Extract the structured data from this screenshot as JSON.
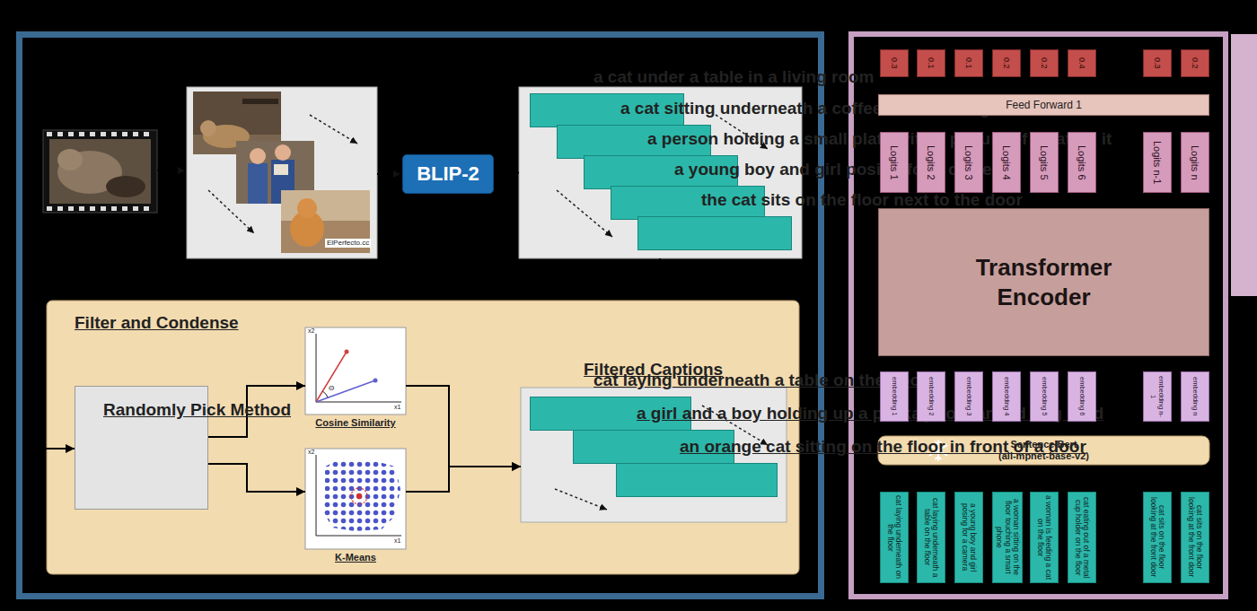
{
  "diagram": {
    "nodes": [
      {
        "text": [
          "BLIP-2"
        ]
      },
      {
        "text": []
      },
      {
        "text": [
          "a cat under a table in a living room"
        ],
        "in": 1
      },
      {
        "text": [
          "a cat sitting underneath a coffee table with lights"
        ],
        "in": 1
      },
      {
        "text": [
          "a person holding a small plate with a picture of a cat on it"
        ],
        "in": 1
      },
      {
        "text": [
          "a young boy and girl posing for a camera"
        ],
        "in": 1
      },
      {
        "text": [
          "the cat sits on the floor next to the door"
        ],
        "in": 1
      },
      {
        "text": [
          "Filter and Condense"
        ]
      },
      {
        "text": [
          "Randomly Pick Method"
        ],
        "in": 7
      },
      {
        "text": [
          "Cosine Similarity"
        ],
        "in": 7
      },
      {
        "text": [
          "K-Means"
        ],
        "in": 7
      },
      {
        "text": [
          "Filtered Captions"
        ],
        "in": 7
      },
      {
        "text": [
          "cat laying underneath a table on the floor"
        ],
        "in": 11
      },
      {
        "text": [
          "a girl and a boy holding up a package of canned dog food"
        ],
        "in": 11
      },
      {
        "text": [
          "an orange cat sitting on the floor in front of a door"
        ],
        "in": 11
      },
      {
        "text": [
          "0.3"
        ]
      },
      {
        "text": [
          "0.1"
        ]
      },
      {
        "text": [
          "0.1"
        ]
      },
      {
        "text": [
          "0.2"
        ]
      },
      {
        "text": [
          "0.2"
        ]
      },
      {
        "text": [
          "0.4"
        ]
      },
      {
        "text": [
          "0.3"
        ]
      },
      {
        "text": [
          "0.2"
        ]
      },
      {
        "text": [
          "Feed Forward 1"
        ]
      },
      {
        "text": [
          "Logits 1"
        ]
      },
      {
        "text": [
          "Logits 2"
        ]
      },
      {
        "text": [
          "Logits 3"
        ]
      },
      {
        "text": [
          "Logits 4"
        ]
      },
      {
        "text": [
          "Logits 5"
        ]
      },
      {
        "text": [
          "Logits 6"
        ]
      },
      {
        "text": [
          "Logits n-1"
        ]
      },
      {
        "text": [
          "Logits n"
        ]
      },
      {
        "text": [
          "Transformer Encoder"
        ]
      },
      {
        "text": [
          "embedding 1"
        ]
      },
      {
        "text": [
          "embedding 2"
        ]
      },
      {
        "text": [
          "embedding 3"
        ]
      },
      {
        "text": [
          "embedding 4"
        ]
      },
      {
        "text": [
          "embedding 5"
        ]
      },
      {
        "text": [
          "embedding 6"
        ]
      },
      {
        "text": [
          "embedding n-1"
        ]
      },
      {
        "text": [
          "embedding n"
        ]
      },
      {
        "text": [
          "Sentence Bert",
          "(all-mpnet-base-v2)"
        ]
      },
      {
        "text": [
          "cat laying underneath on the floor"
        ]
      },
      {
        "text": [
          "cat laying underneath a table on the floor"
        ]
      },
      {
        "text": [
          "a young boy and girl posing for a camera"
        ]
      },
      {
        "text": [
          "a woman sitting on the floor touching a smart phone"
        ]
      },
      {
        "text": [
          "a woman is feeding a cat on the floor"
        ]
      },
      {
        "text": [
          "cat eating out of a metal cup holder on the floor"
        ]
      },
      {
        "text": [
          "cat sits on the floor looking at the front door"
        ]
      },
      {
        "text": [
          "cat sits on the floor looking at the front door"
        ]
      }
    ],
    "edges": [
      {
        "from": 0,
        "to": 1,
        "arrow": "to"
      },
      {
        "from": 1,
        "to": 8,
        "arrow": "to"
      },
      {
        "from": 8,
        "to": 9,
        "arrow": "to"
      },
      {
        "from": 8,
        "to": 10,
        "arrow": "to"
      },
      {
        "from": 9,
        "to": 11,
        "arrow": "to"
      },
      {
        "from": 10,
        "to": 11,
        "arrow": "to"
      }
    ],
    "labels": [
      "ElPerfecto.cc",
      "x2",
      "x1",
      "Θ",
      "x2",
      "x1"
    ]
  }
}
